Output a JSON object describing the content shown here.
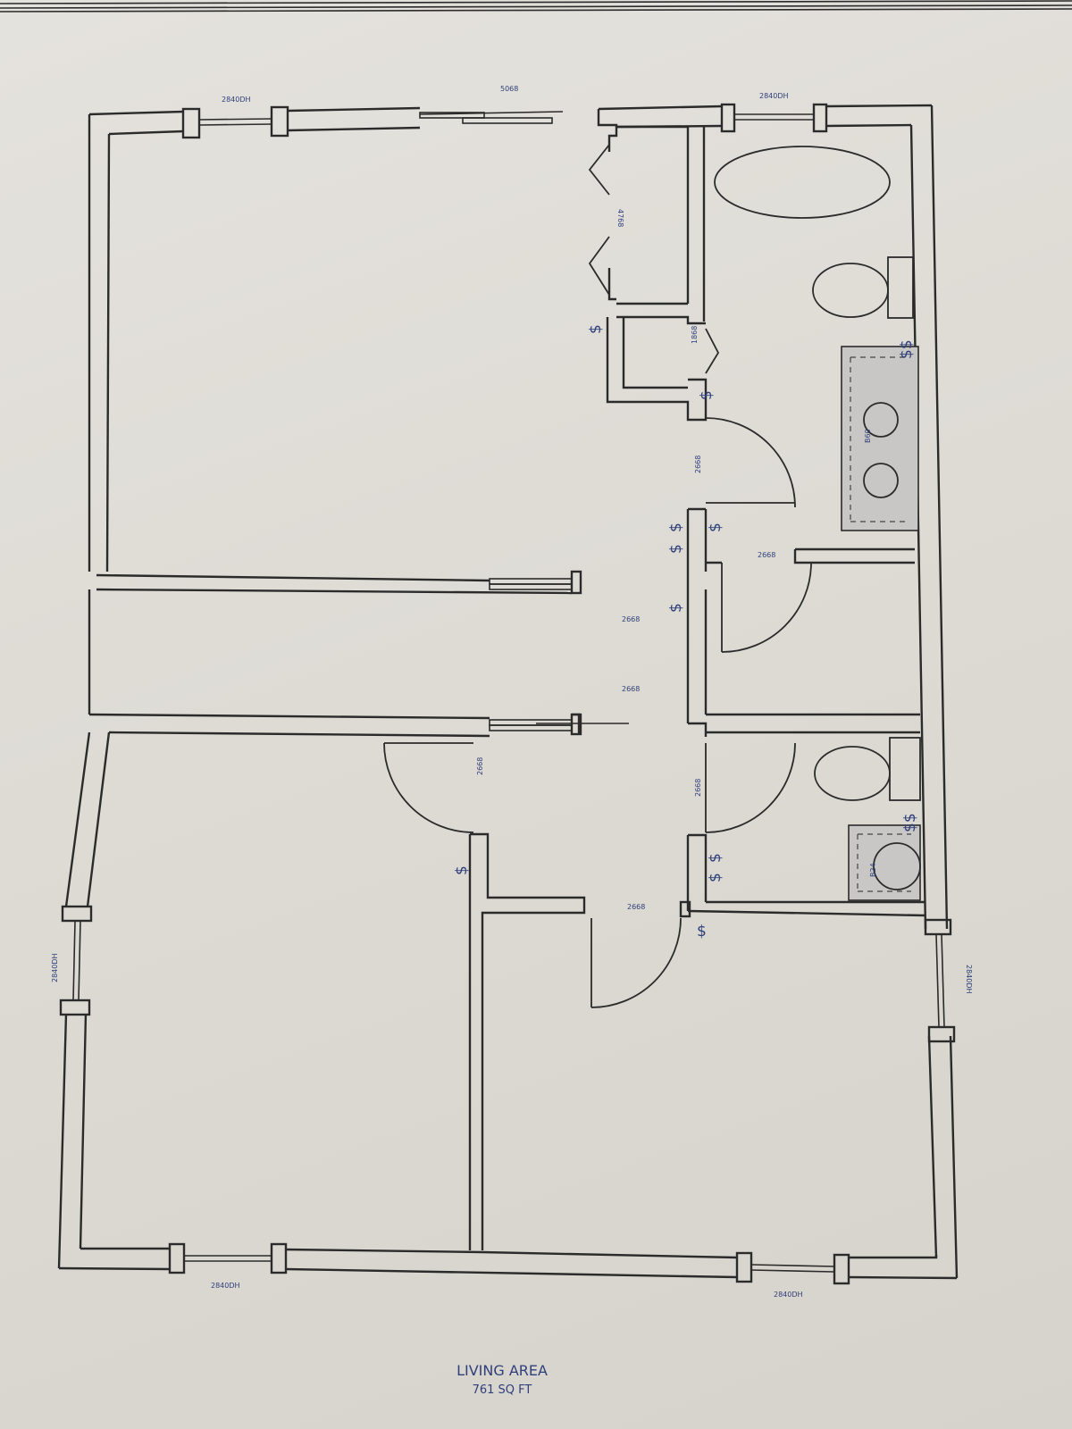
{
  "plan": {
    "caption_title": "LIVING AREA",
    "caption_area": "761 SQ FT"
  },
  "labels": {
    "window_top_left": "2840DH",
    "door_top_center": "5068",
    "window_top_right": "2840DH",
    "closet_door_bifold": "4768",
    "closet_door_small": "1868",
    "bath_door_master": "2668",
    "vanity_master": "B60",
    "linen_door": "2668",
    "hall_door_upper": "2668",
    "hall_door_lower": "2668",
    "bedroom_door_left": "2668",
    "bath_door_hall": "2668",
    "vanity_hall": "B24",
    "bedroom_door_right": "2668",
    "window_left": "2840DH",
    "window_right": "2840DH",
    "window_bottom_left": "2840DH",
    "window_bottom_right": "2840DH"
  },
  "symbols": {
    "switch": "$",
    "switch_double": "$$"
  },
  "colors": {
    "wall": "#2b2b2b",
    "label_ink": "#2f3f7a",
    "vanity_fill": "#c9c6c6",
    "paper": "#e0ddd8"
  }
}
